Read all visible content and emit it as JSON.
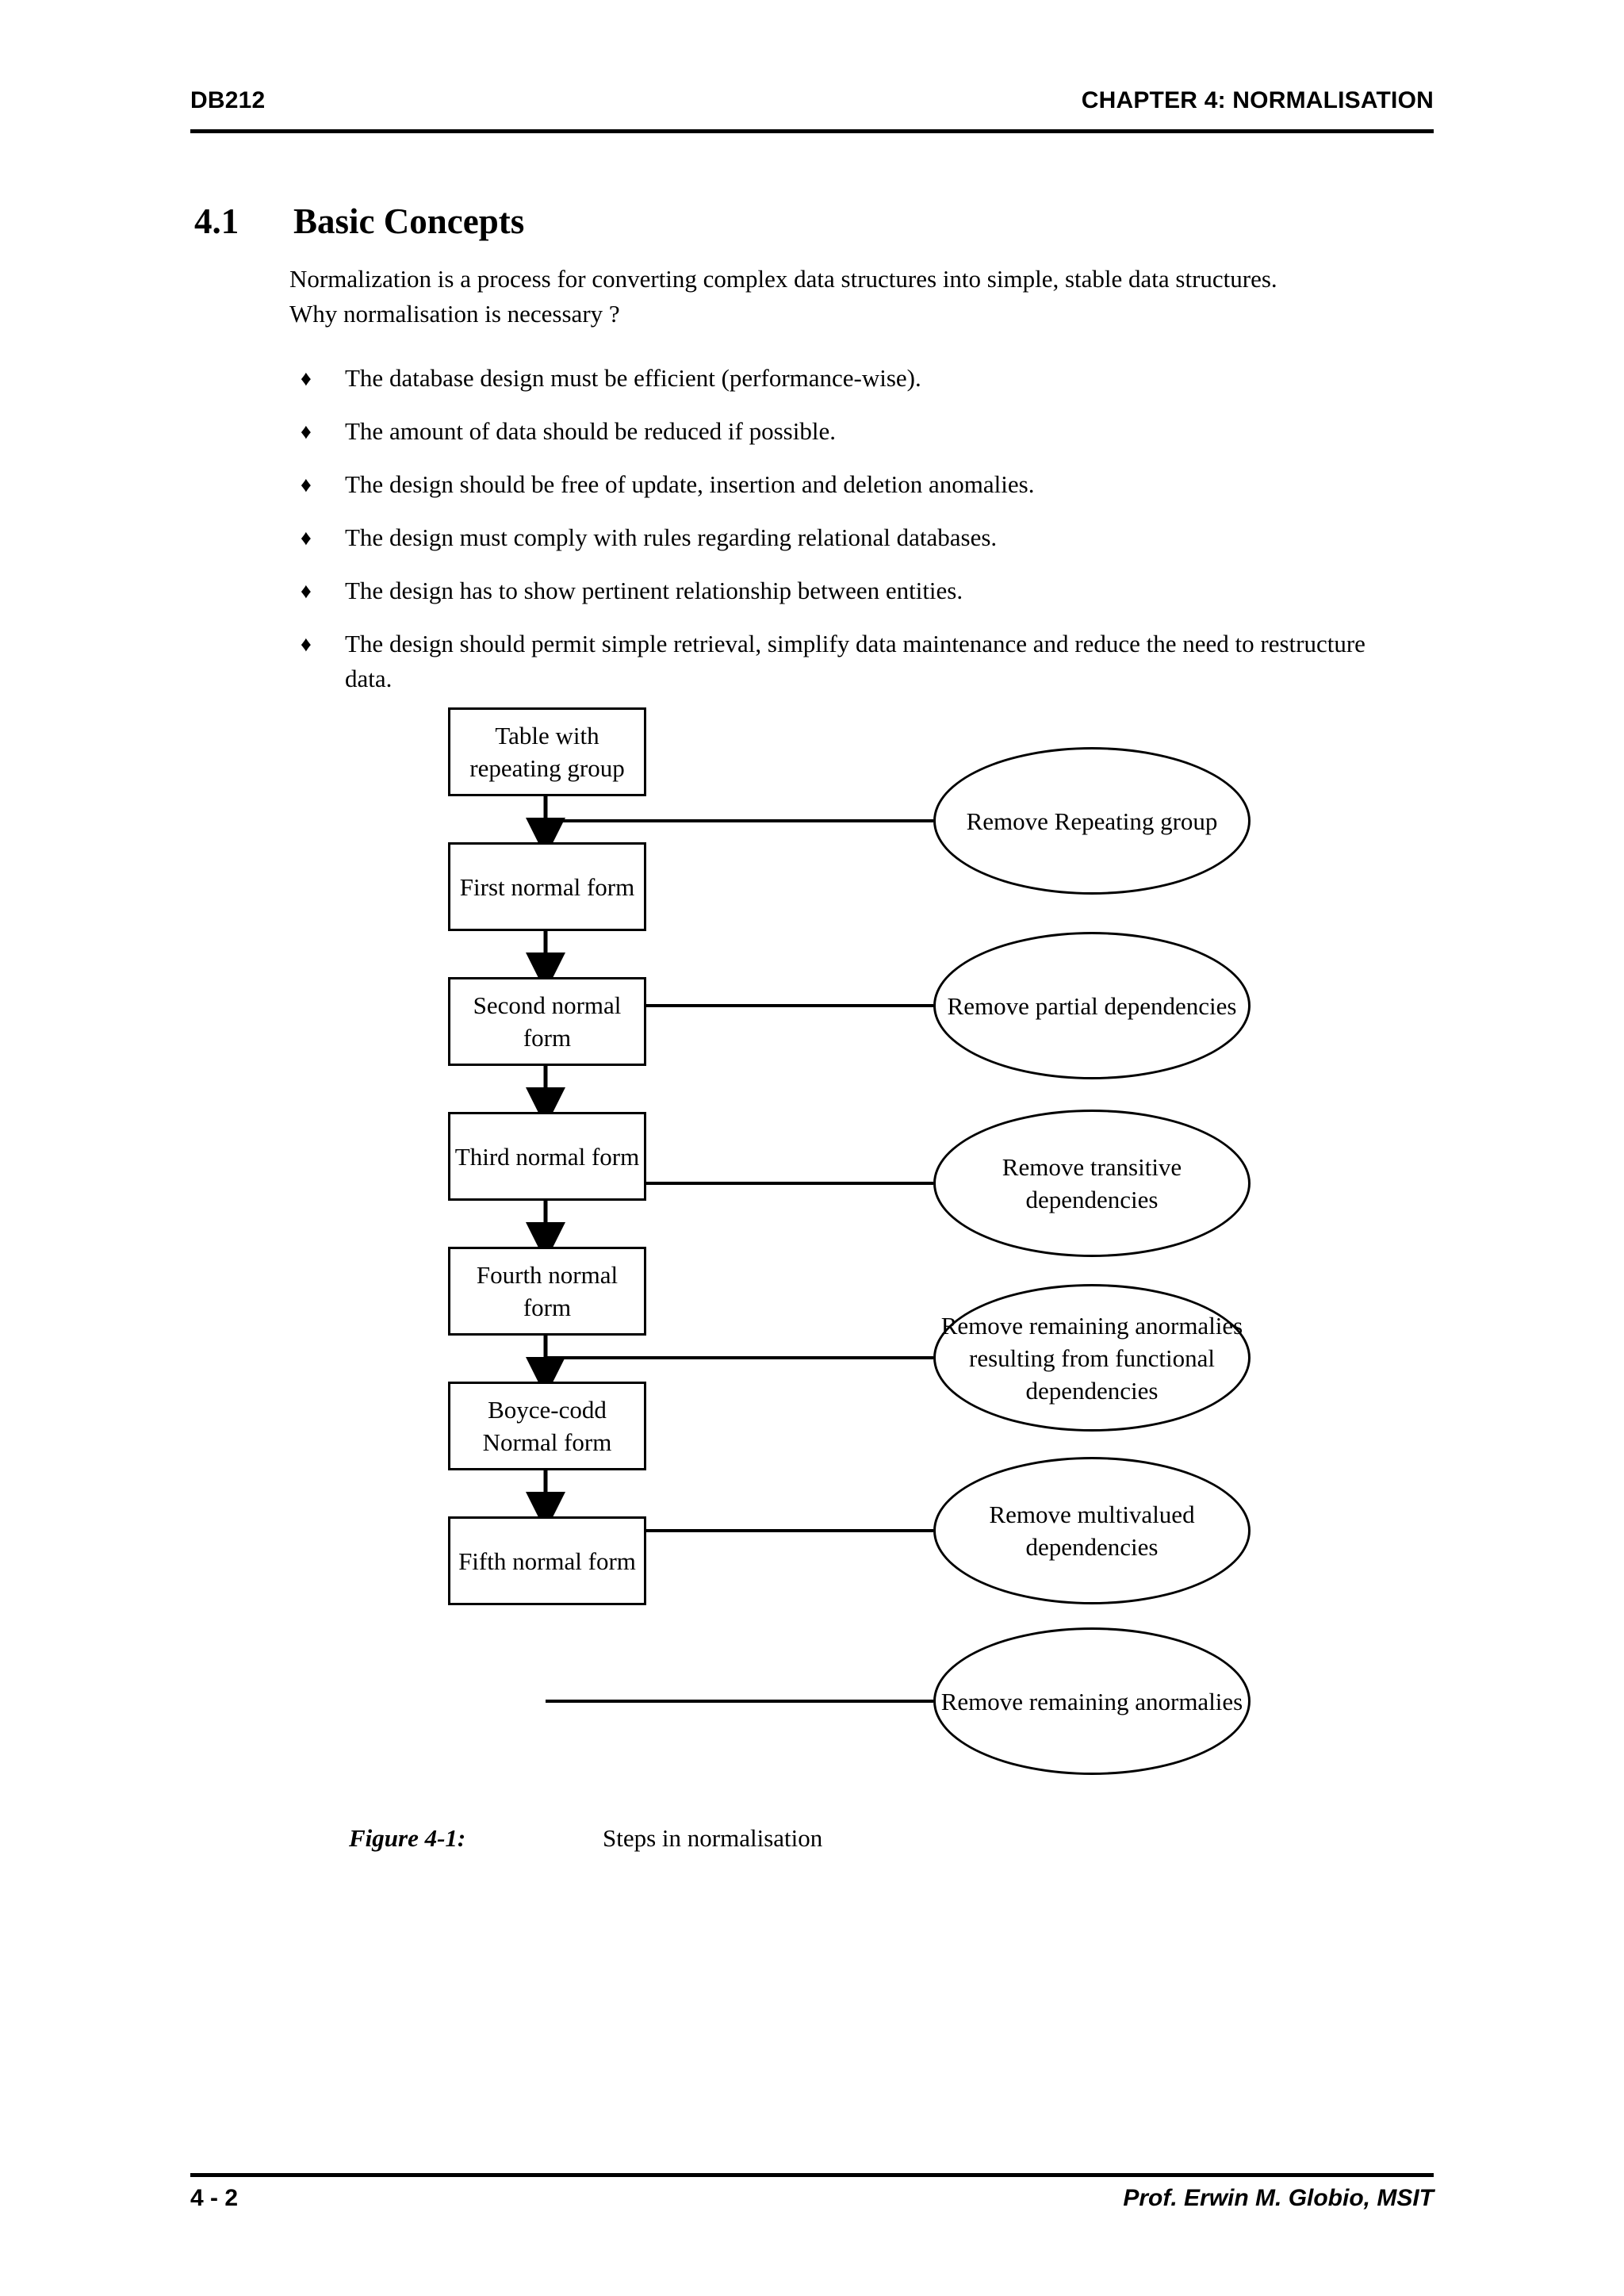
{
  "header": {
    "left": "DB212",
    "right": "CHAPTER 4: NORMALISATION"
  },
  "section": {
    "number": "4.1",
    "title": "Basic Concepts"
  },
  "body": {
    "intro": "Normalization is a process for converting complex data structures into simple, stable data structures.",
    "question": "Why normalisation is necessary ?",
    "bullet_char": "♦",
    "bullets": [
      "The database design must be efficient (performance-wise).",
      "The amount of data should be reduced if possible.",
      "The design should be free of update, insertion and deletion anomalies.",
      "The design must comply with rules regarding relational databases.",
      "The design has to show pertinent relationship between entities.",
      "The design should permit simple retrieval, simplify data maintenance and reduce the need to restructure data."
    ]
  },
  "figure": {
    "label": "Figure 4-1:",
    "caption": "Steps in normalisation"
  },
  "chart_data": {
    "type": "diagram",
    "title": "Steps in normalisation",
    "stages": [
      {
        "id": "stage-0",
        "label": "Table with repeating group"
      },
      {
        "id": "stage-1",
        "label": "First normal form"
      },
      {
        "id": "stage-2",
        "label": "Second normal form"
      },
      {
        "id": "stage-3",
        "label": "Third normal form"
      },
      {
        "id": "stage-4",
        "label": "Fourth normal form"
      },
      {
        "id": "stage-5",
        "label": "Boyce-codd Normal form"
      },
      {
        "id": "stage-6",
        "label": "Fifth normal form"
      }
    ],
    "actions": [
      {
        "id": "action-0",
        "label": "Remove Repeating group"
      },
      {
        "id": "action-1",
        "label": "Remove partial dependencies"
      },
      {
        "id": "action-2",
        "label": "Remove transitive dependencies"
      },
      {
        "id": "action-3",
        "label": "Remove remaining anormalies resulting from functional dependencies"
      },
      {
        "id": "action-4",
        "label": "Remove multivalued dependencies"
      },
      {
        "id": "action-5",
        "label": "Remove remaining anormalies"
      }
    ],
    "edges": [
      {
        "from": "stage-0",
        "to": "stage-1",
        "action": "action-0"
      },
      {
        "from": "stage-1",
        "to": "stage-2",
        "action": "action-1"
      },
      {
        "from": "stage-2",
        "to": "stage-3",
        "action": "action-2"
      },
      {
        "from": "stage-3",
        "to": "stage-4",
        "action": "action-3"
      },
      {
        "from": "stage-4",
        "to": "stage-5",
        "action": "action-4"
      },
      {
        "from": "stage-5",
        "to": "stage-6",
        "action": "action-5"
      }
    ],
    "colors": {
      "stroke": "#000000",
      "fill": "#ffffff"
    }
  },
  "footer": {
    "page": "4 - 2",
    "author": "Prof. Erwin M. Globio, MSIT"
  }
}
